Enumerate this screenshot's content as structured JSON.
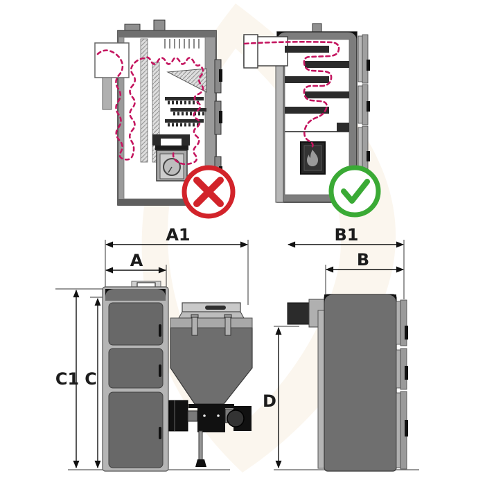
{
  "figure": {
    "type": "boiler-flue-gas-comparison-and-dimension-drawing",
    "flow_path_color": "#c4155f",
    "wrong_design": {
      "verdict_icon": "cross-icon",
      "verdict_color": "#d2232a"
    },
    "correct_design": {
      "verdict_icon": "check-icon",
      "verdict_color": "#3aaa35",
      "burner_icon": "flame-icon"
    }
  },
  "dimensions": {
    "front_view": {
      "total_width": "A1",
      "boiler_width": "A",
      "total_height": "C1",
      "boiler_height": "C"
    },
    "side_view": {
      "total_depth": "B1",
      "body_depth": "B",
      "rear_height": "D"
    }
  }
}
